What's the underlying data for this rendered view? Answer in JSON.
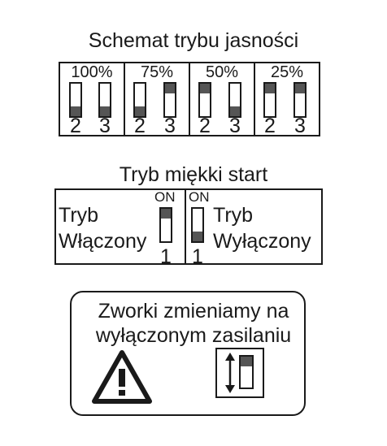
{
  "brightness": {
    "title": "Schemat trybu jasności",
    "groups": [
      {
        "label": "100%",
        "switches": [
          {
            "num": "2",
            "state": "down"
          },
          {
            "num": "3",
            "state": "down"
          }
        ]
      },
      {
        "label": "75%",
        "switches": [
          {
            "num": "2",
            "state": "down"
          },
          {
            "num": "3",
            "state": "up"
          }
        ]
      },
      {
        "label": "50%",
        "switches": [
          {
            "num": "2",
            "state": "up"
          },
          {
            "num": "3",
            "state": "down"
          }
        ]
      },
      {
        "label": "25%",
        "switches": [
          {
            "num": "2",
            "state": "up"
          },
          {
            "num": "3",
            "state": "up"
          }
        ]
      }
    ]
  },
  "soft_start": {
    "title": "Tryb miękki start",
    "left": {
      "on_label": "ON",
      "line1": "Tryb",
      "line2": "Włączony",
      "switch_num": "1",
      "state": "up"
    },
    "right": {
      "on_label": "ON",
      "line1": "Tryb",
      "line2": "Wyłączony",
      "switch_num": "1",
      "state": "down"
    }
  },
  "warning": {
    "line1": "Zworki zmieniamy na",
    "line2": "wyłączonym zasilaniu",
    "icon": "warning-triangle-icon",
    "switch_icon": "dip-switch-toggle-icon"
  }
}
